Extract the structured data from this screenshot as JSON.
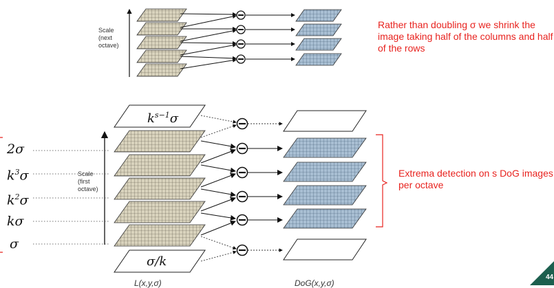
{
  "notes": {
    "top": "Rather than doubling σ we shrink the image taking half of the columns and half of the rows",
    "right": "Extrema detection on s DoG images per octave"
  },
  "scale_labels": {
    "next_octave": [
      "Scale",
      "(next",
      "octave)"
    ],
    "first_octave": [
      "Scale",
      "(first",
      "octave)"
    ]
  },
  "sigma_labels": {
    "two_sigma": "2σ",
    "k3_sigma_base": "k",
    "k3_sigma_exp": "3",
    "k2_sigma_base": "k",
    "k2_sigma_exp": "2",
    "k_sigma": "kσ",
    "sigma": "σ"
  },
  "layer_labels": {
    "top": "k",
    "top_exp": "s−1",
    "bottom": "σ/k"
  },
  "captions": {
    "gaussian": "L(x,y,σ)",
    "dog": "DoG(x,y,σ)"
  },
  "slide_number": "44",
  "colors": {
    "accent_red": "#e8231f",
    "gaussian_fill": "#d9d3bd",
    "dog_fill": "#a9bfd3",
    "footer_green": "#1c5f4e"
  }
}
